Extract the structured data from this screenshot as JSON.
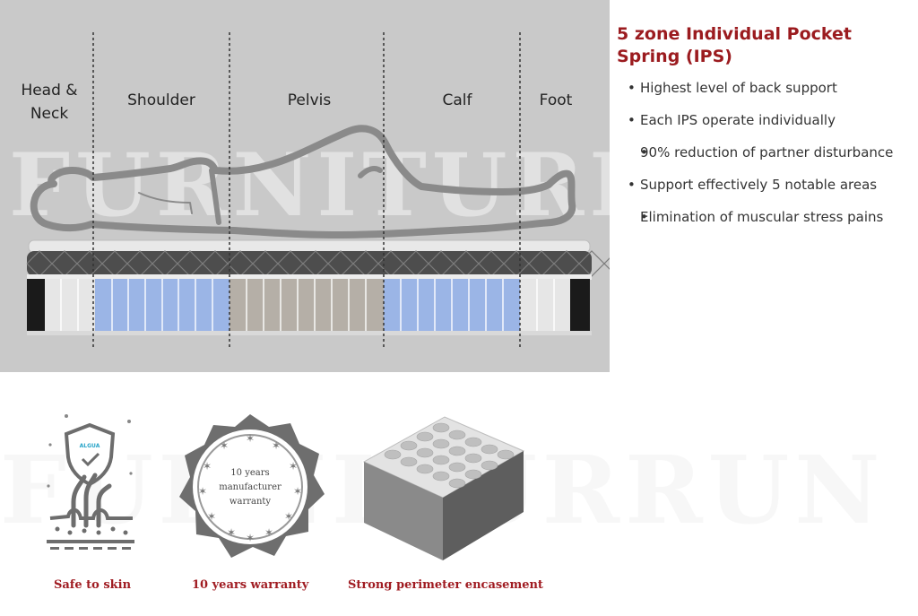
{
  "diagram": {
    "zones": {
      "head_neck": "Head &\nNeck",
      "shoulder": "Shoulder",
      "pelvis": "Pelvis",
      "calf": "Calf",
      "foot": "Foot"
    },
    "watermark": "FURNITURRUN",
    "colors": {
      "background": "#c9c9c9",
      "support_zone_blue": "#9bb5e6",
      "pelvis_zone_taupe": "#b5afa7",
      "end_zone_white": "#e6e6e6",
      "quilted_top": "#4d4d4d"
    }
  },
  "feature": {
    "title": "5 zone Individual Pocket Spring (IPS)",
    "bullet_glyph": "•",
    "points": [
      "Highest level of back support",
      "Each IPS operate individually",
      "90% reduction of partner disturbance",
      "Support effectively 5 notable areas",
      "Elimination of muscular stress pains"
    ]
  },
  "badges": {
    "skin": {
      "icon": "shield-skin-icon",
      "shield_text": "ALGUA",
      "label": "Safe to skin"
    },
    "warranty": {
      "icon": "warranty-seal-icon",
      "seal_text": "10 years\nmanufacturer\nwarranty",
      "label": "10 years warranty"
    },
    "perimeter": {
      "icon": "spring-block-icon",
      "label": "Strong perimeter encasement"
    }
  },
  "brand_color": "#9b1b1f"
}
